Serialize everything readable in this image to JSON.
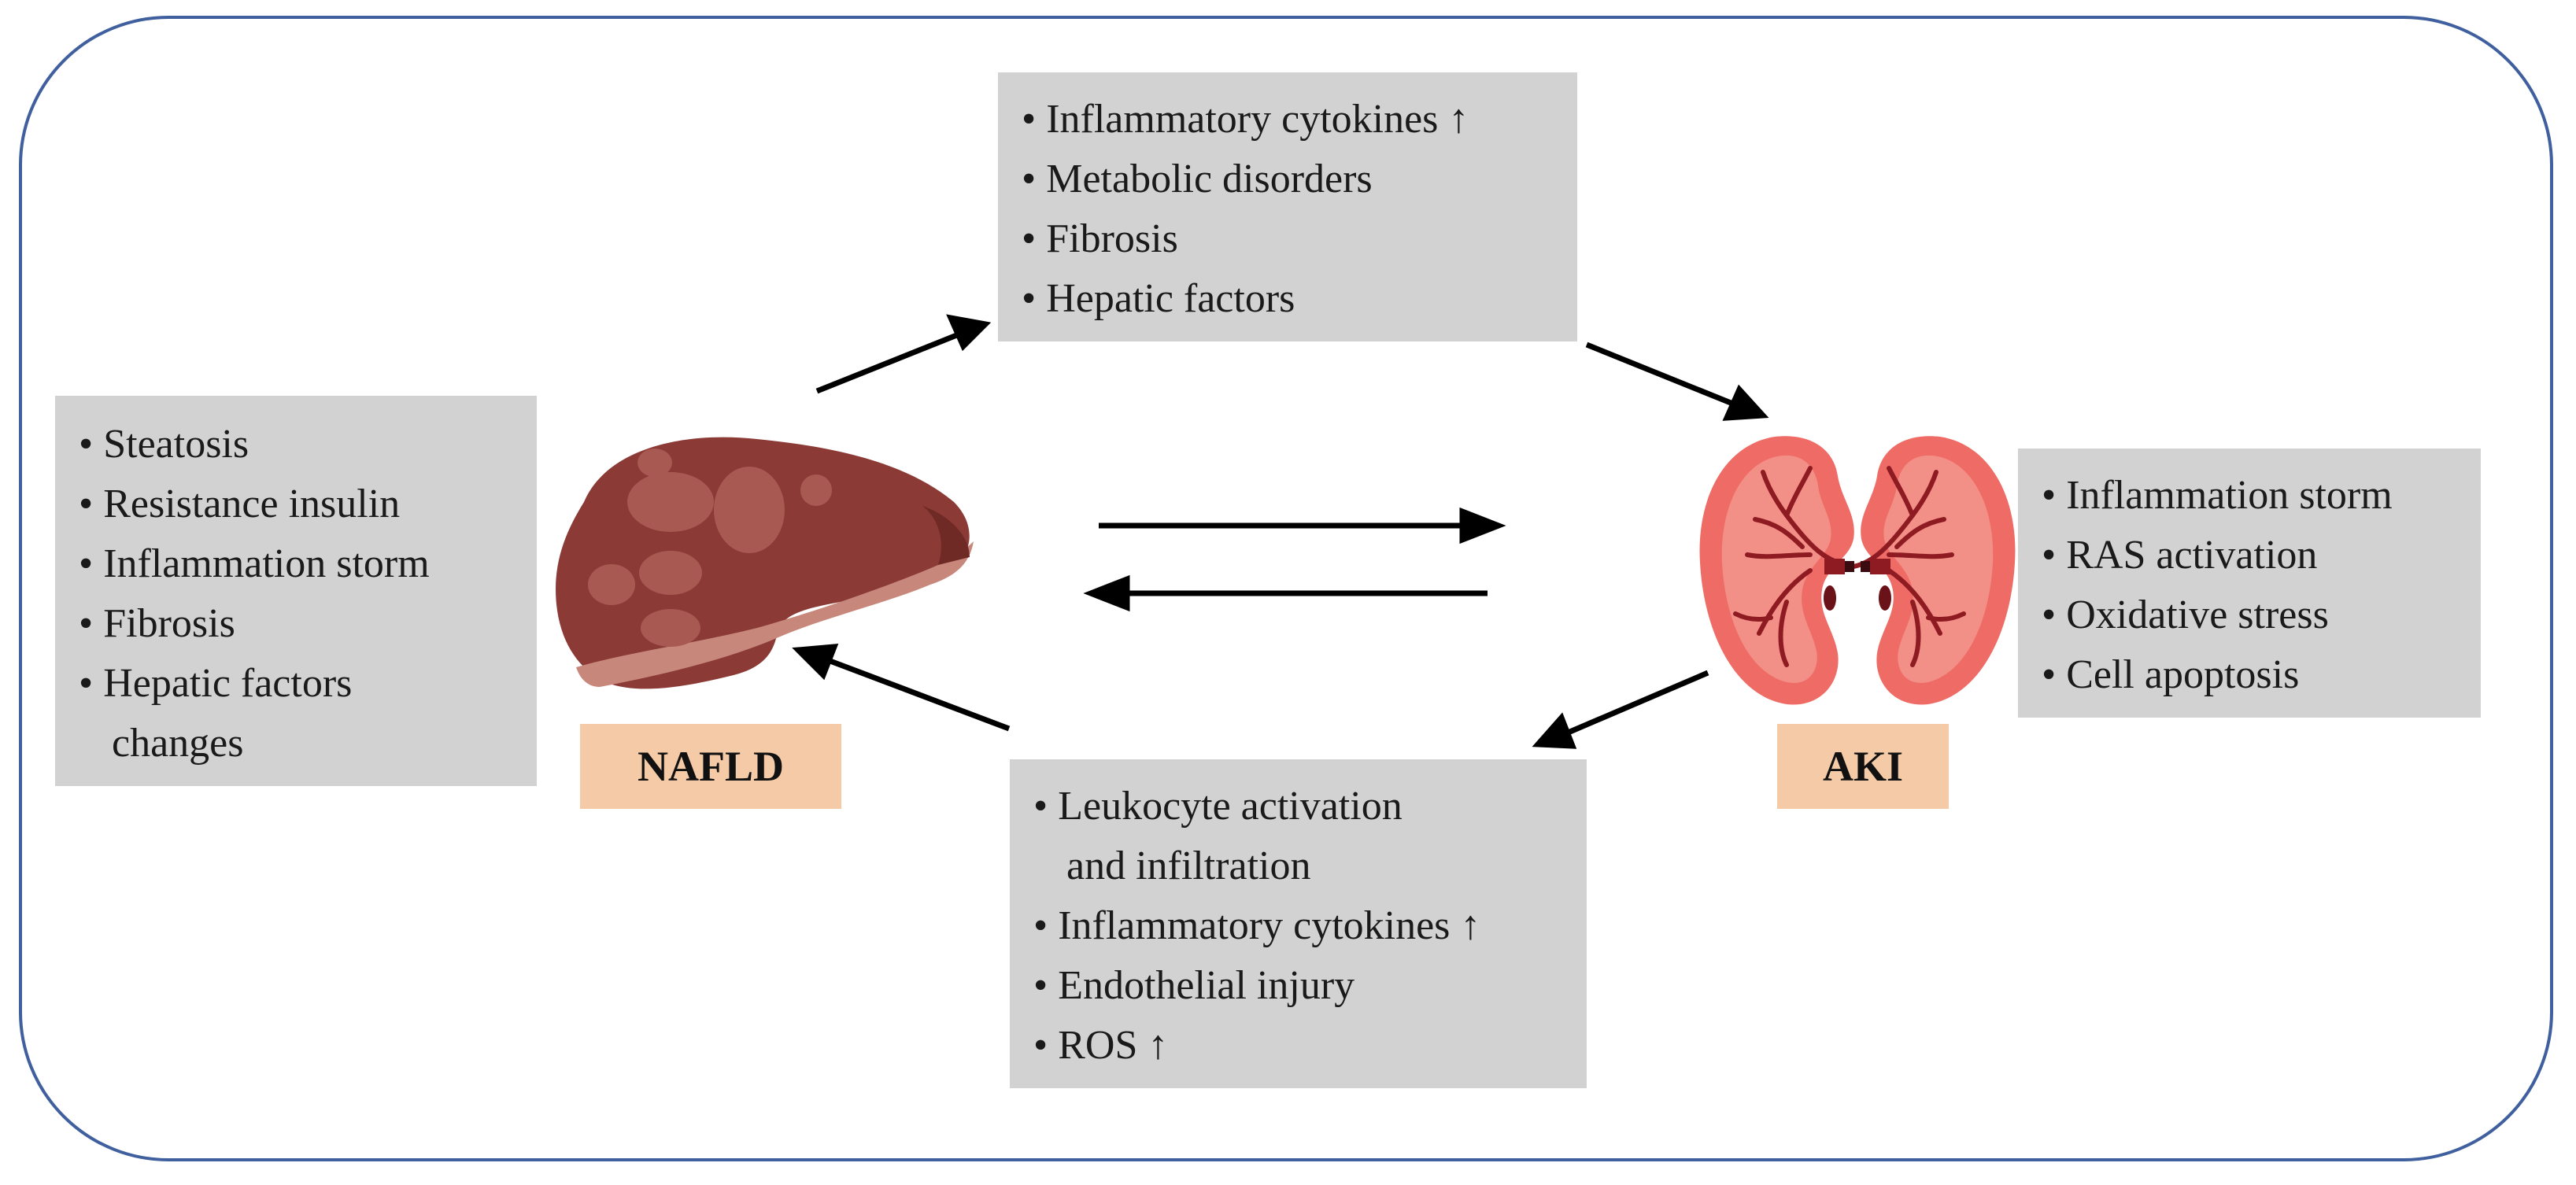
{
  "nafld_box": {
    "items": [
      "Steatosis",
      "Resistance insulin",
      "Inflammation storm",
      "Fibrosis",
      "Hepatic factors changes"
    ]
  },
  "top_box": {
    "items": [
      "Inflammatory cytokines ↑",
      "Metabolic disorders",
      "Fibrosis",
      "Hepatic factors"
    ]
  },
  "aki_box": {
    "items": [
      "Inflammation storm",
      "RAS activation",
      "Oxidative stress",
      "Cell apoptosis"
    ]
  },
  "bottom_box": {
    "items": [
      "Leukocyte activation and infiltration",
      "Inflammatory cytokines ↑",
      "Endothelial injury",
      "ROS ↑"
    ]
  },
  "labels": {
    "nafld": "NAFLD",
    "aki": "AKI"
  },
  "colors": {
    "frame": "#3f5f9e",
    "box": "#d2d2d2",
    "label_bg": "#f5cba7",
    "liver": "#8b3a35",
    "kidney": "#ef6b66"
  },
  "icons": {
    "liver": "liver-icon",
    "kidneys": "kidneys-icon"
  }
}
